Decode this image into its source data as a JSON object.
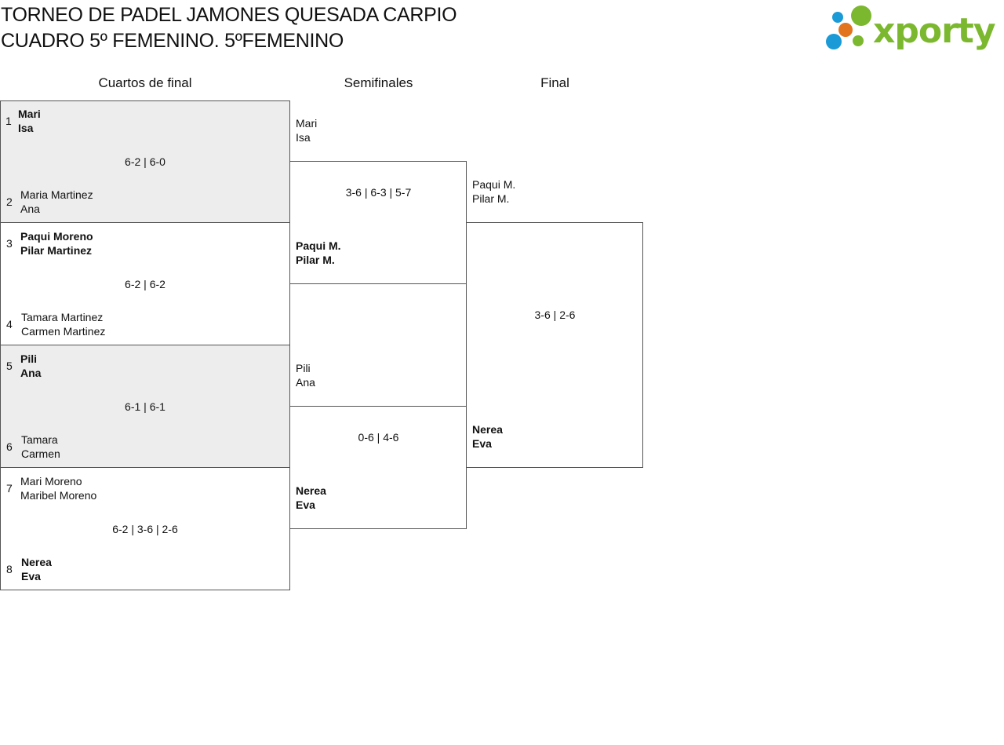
{
  "header": {
    "title_line1": "TORNEO DE PADEL JAMONES QUESADA CARPIO",
    "title_line2": "CUADRO 5º FEMENINO. 5ºFEMENINO",
    "logo_text": "xporty",
    "logo_colors": {
      "blue": "#1a9ad6",
      "orange": "#e2741d",
      "green": "#7cb82f"
    }
  },
  "columns": {
    "quarters": "Cuartos de final",
    "semis": "Semifinales",
    "final": "Final"
  },
  "quarters": [
    {
      "top_seed": "1",
      "top_p1": "Mari",
      "top_p2": "Isa",
      "score": "6-2 | 6-0",
      "bottom_seed": "2",
      "bottom_p1": "Maria Martinez",
      "bottom_p2": "Ana"
    },
    {
      "top_seed": "3",
      "top_p1": "Paqui Moreno",
      "top_p2": "Pilar Martinez",
      "score": "6-2 | 6-2",
      "bottom_seed": "4",
      "bottom_p1": "Tamara Martinez",
      "bottom_p2": "Carmen Martinez"
    },
    {
      "top_seed": "5",
      "top_p1": "Pili",
      "top_p2": "Ana",
      "score": "6-1 | 6-1",
      "bottom_seed": "6",
      "bottom_p1": "Tamara",
      "bottom_p2": "Carmen"
    },
    {
      "top_seed": "7",
      "top_p1": "Mari Moreno",
      "top_p2": "Maribel Moreno",
      "score": "6-2 | 3-6 | 2-6",
      "bottom_seed": "8",
      "bottom_p1": "Nerea",
      "bottom_p2": "Eva"
    }
  ],
  "semis": [
    {
      "top_p1": "Mari",
      "top_p2": "Isa",
      "score": "3-6 | 6-3 | 5-7",
      "bottom_p1": "Paqui M.",
      "bottom_p2": "Pilar M."
    },
    {
      "top_p1": "Pili",
      "top_p2": "Ana",
      "score": "0-6 | 4-6",
      "bottom_p1": "Nerea",
      "bottom_p2": "Eva"
    }
  ],
  "final": {
    "top_p1": "Paqui M.",
    "top_p2": "Pilar M.",
    "score": "3-6 | 2-6",
    "bottom_p1": "Nerea",
    "bottom_p2": "Eva"
  }
}
